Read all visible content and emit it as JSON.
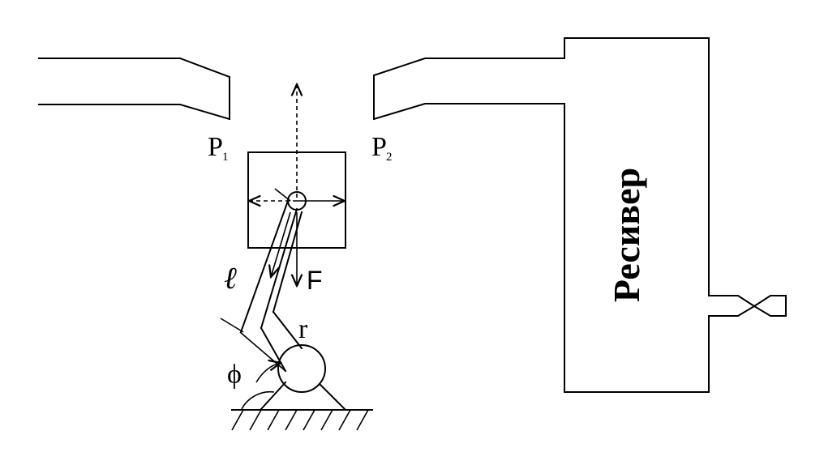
{
  "labels": {
    "p1_main": "P",
    "p1_sub": "1",
    "p2_main": "P",
    "p2_sub": "2",
    "force": "F",
    "rod_length": "ℓ",
    "crank_radius": "r",
    "crank_angle": "ϕ",
    "receiver": "Ресивер"
  },
  "colors": {
    "ink": "#000000",
    "background": "#ffffff"
  }
}
